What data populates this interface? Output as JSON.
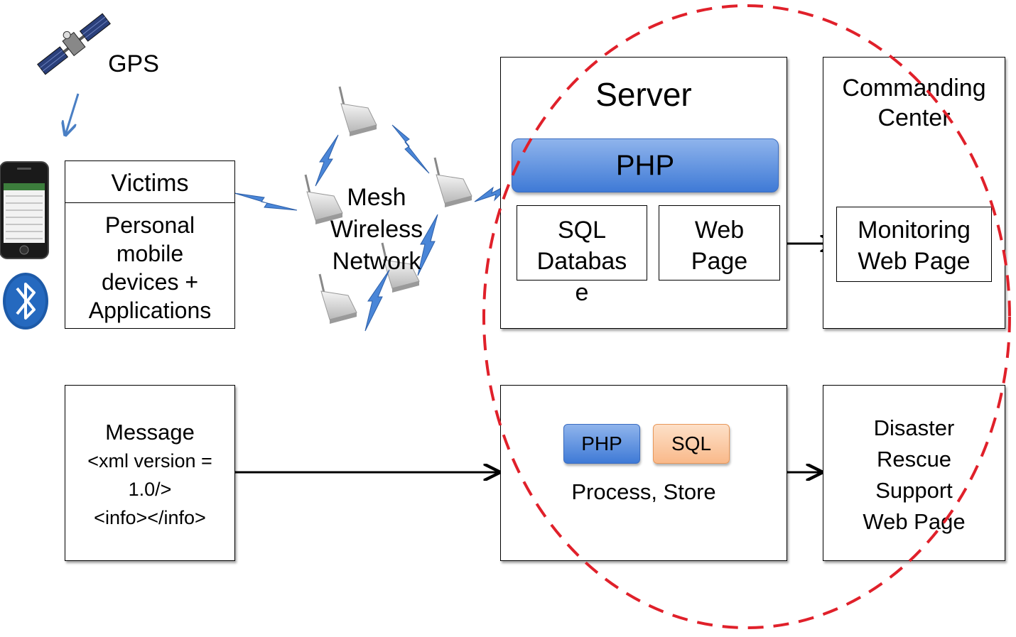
{
  "gps": {
    "label": "GPS"
  },
  "victims": {
    "title": "Victims",
    "body": [
      "Personal",
      "mobile",
      "devices +",
      "Applications"
    ]
  },
  "mesh": {
    "lines": [
      "Mesh",
      "Wireless",
      "Network"
    ]
  },
  "server": {
    "title": "Server",
    "php_label": "PHP",
    "sql_lines": [
      "SQL",
      "Databas",
      "e"
    ],
    "web_lines": [
      "Web",
      "Page"
    ]
  },
  "commanding": {
    "title_lines": [
      "Commanding",
      "Center"
    ],
    "monitor_lines": [
      "Monitoring",
      "Web Page"
    ]
  },
  "message": {
    "lines": [
      "Message",
      "<xml version =",
      "1.0/>",
      "<info></info>"
    ]
  },
  "process": {
    "php_label": "PHP",
    "sql_label": "SQL",
    "caption": "Process, Store"
  },
  "disaster": {
    "lines": [
      "Disaster",
      "Rescue",
      "Support",
      "Web Page"
    ]
  },
  "colors": {
    "dashed_circle": "#e0202a",
    "arrow_blue": "#4a7fc4",
    "lightning": "#4a86d8",
    "php_blue": "#4f85dc",
    "sql_orange": "#fbc8a2"
  }
}
